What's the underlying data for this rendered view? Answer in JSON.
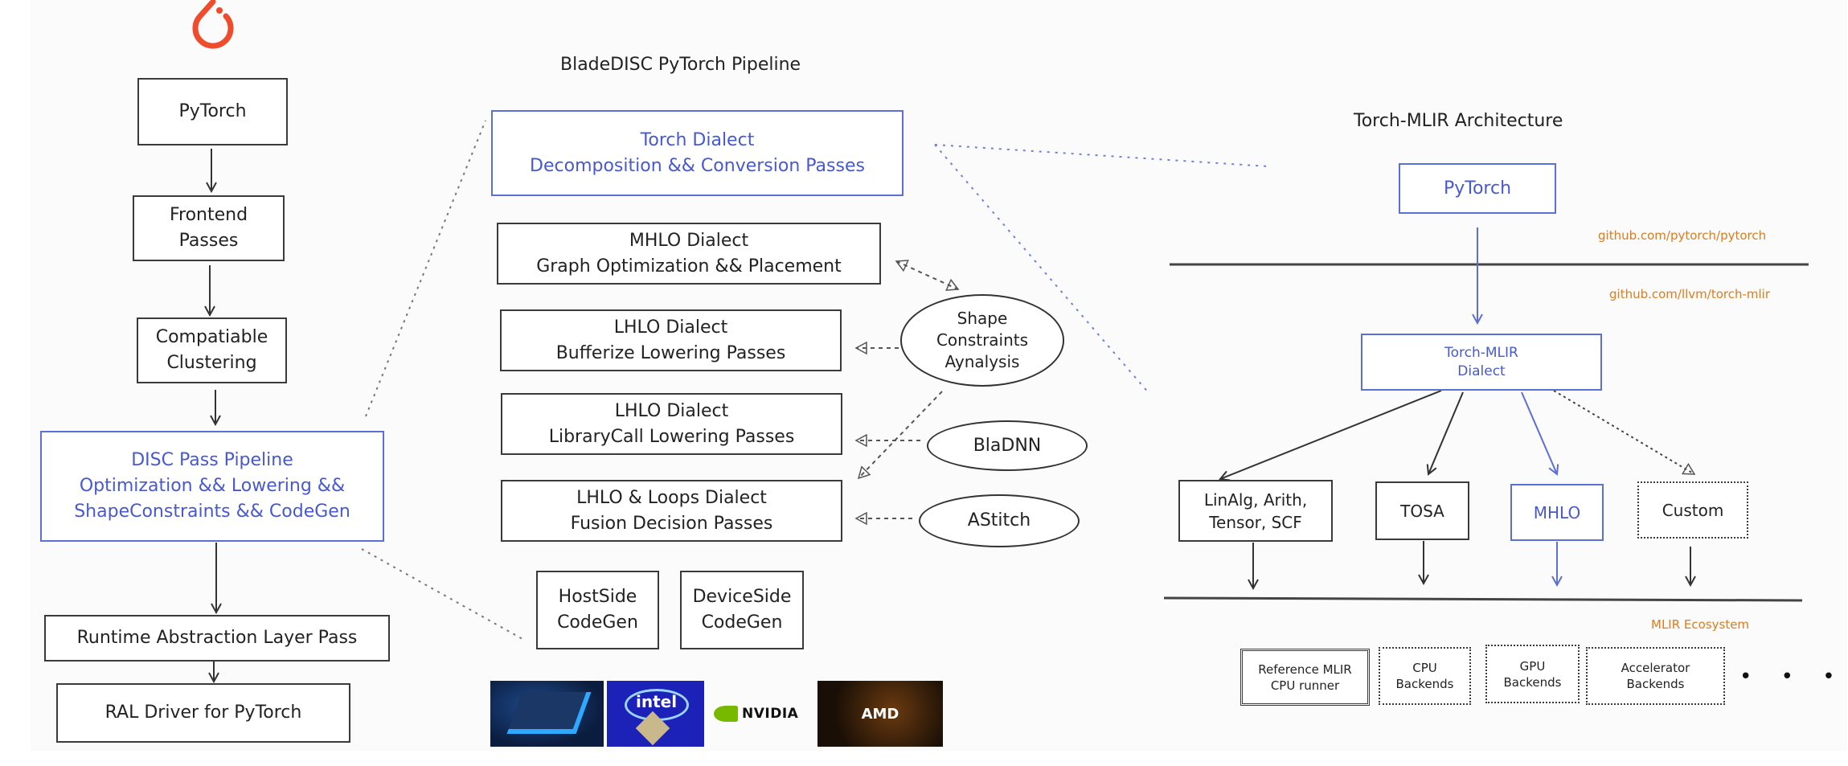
{
  "left_pipeline": {
    "logo": "pytorch-flame-icon",
    "logo_color": "#ee4c2c",
    "boxes": [
      {
        "id": "pytorch",
        "lines": [
          "PyTorch"
        ]
      },
      {
        "id": "frontend",
        "lines": [
          "Frontend",
          "Passes"
        ]
      },
      {
        "id": "clustering",
        "lines": [
          "Compatiable",
          "Clustering"
        ]
      },
      {
        "id": "disc",
        "lines": [
          "DISC Pass Pipeline",
          "Optimization && Lowering &&",
          "ShapeConstraints && CodeGen"
        ]
      },
      {
        "id": "ral-pass",
        "lines": [
          "Runtime Abstraction Layer Pass"
        ]
      },
      {
        "id": "ral-driver",
        "lines": [
          "RAL Driver for PyTorch"
        ]
      }
    ]
  },
  "middle_pipeline": {
    "title": "BladeDISC PyTorch Pipeline",
    "boxes": [
      {
        "id": "torch-dialect",
        "lines": [
          "Torch Dialect",
          "Decomposition && Conversion Passes"
        ]
      },
      {
        "id": "mhlo-dialect",
        "lines": [
          "MHLO Dialect",
          "Graph Optimization && Placement"
        ]
      },
      {
        "id": "lhlo-bufferize",
        "lines": [
          "LHLO Dialect",
          "Bufferize Lowering Passes"
        ]
      },
      {
        "id": "lhlo-librarycall",
        "lines": [
          "LHLO Dialect",
          "LibraryCall Lowering Passes"
        ]
      },
      {
        "id": "lhlo-loops",
        "lines": [
          "LHLO & Loops Dialect",
          "Fusion Decision Passes"
        ]
      },
      {
        "id": "hostside",
        "lines": [
          "HostSide",
          "CodeGen"
        ]
      },
      {
        "id": "deviceside",
        "lines": [
          "DeviceSide",
          "CodeGen"
        ]
      }
    ],
    "ellipses": [
      {
        "id": "shape-constraints",
        "lines": [
          "Shape",
          "Constraints",
          "Aynalysis"
        ]
      },
      {
        "id": "bladnn",
        "lines": [
          "BlaDNN"
        ]
      },
      {
        "id": "astitch",
        "lines": [
          "AStitch"
        ]
      }
    ],
    "hardware_logos": [
      {
        "id": "chip",
        "label": ""
      },
      {
        "id": "intel",
        "label": "intel"
      },
      {
        "id": "nvidia",
        "label": "NVIDIA"
      },
      {
        "id": "amd",
        "label": "AMD"
      }
    ]
  },
  "right_architecture": {
    "title": "Torch-MLIR Architecture",
    "pytorch": "PyTorch",
    "torch_mlir_dialect": [
      "Torch-MLIR",
      "Dialect"
    ],
    "repo_pytorch": "github.com/pytorch/pytorch",
    "repo_torch_mlir": "github.com/llvm/torch-mlir",
    "ecosystem_label": "MLIR Ecosystem",
    "dialects": [
      {
        "id": "linalg",
        "lines": [
          "LinAlg, Arith,",
          "Tensor, SCF"
        ]
      },
      {
        "id": "tosa",
        "lines": [
          "TOSA"
        ]
      },
      {
        "id": "mhlo",
        "lines": [
          "MHLO"
        ]
      },
      {
        "id": "custom",
        "lines": [
          "Custom"
        ]
      }
    ],
    "backends": [
      {
        "id": "reference",
        "lines": [
          "Reference MLIR",
          "CPU runner"
        ]
      },
      {
        "id": "cpu",
        "lines": [
          "CPU",
          "Backends"
        ]
      },
      {
        "id": "gpu",
        "lines": [
          "GPU",
          "Backends"
        ]
      },
      {
        "id": "accelerator",
        "lines": [
          "Accelerator",
          "Backends"
        ]
      }
    ],
    "more": "• • •"
  },
  "colors": {
    "accent_blue": "#4759d0",
    "orange": "#e07b1a",
    "pytorch_red": "#ee4c2c",
    "ink": "#222222"
  }
}
